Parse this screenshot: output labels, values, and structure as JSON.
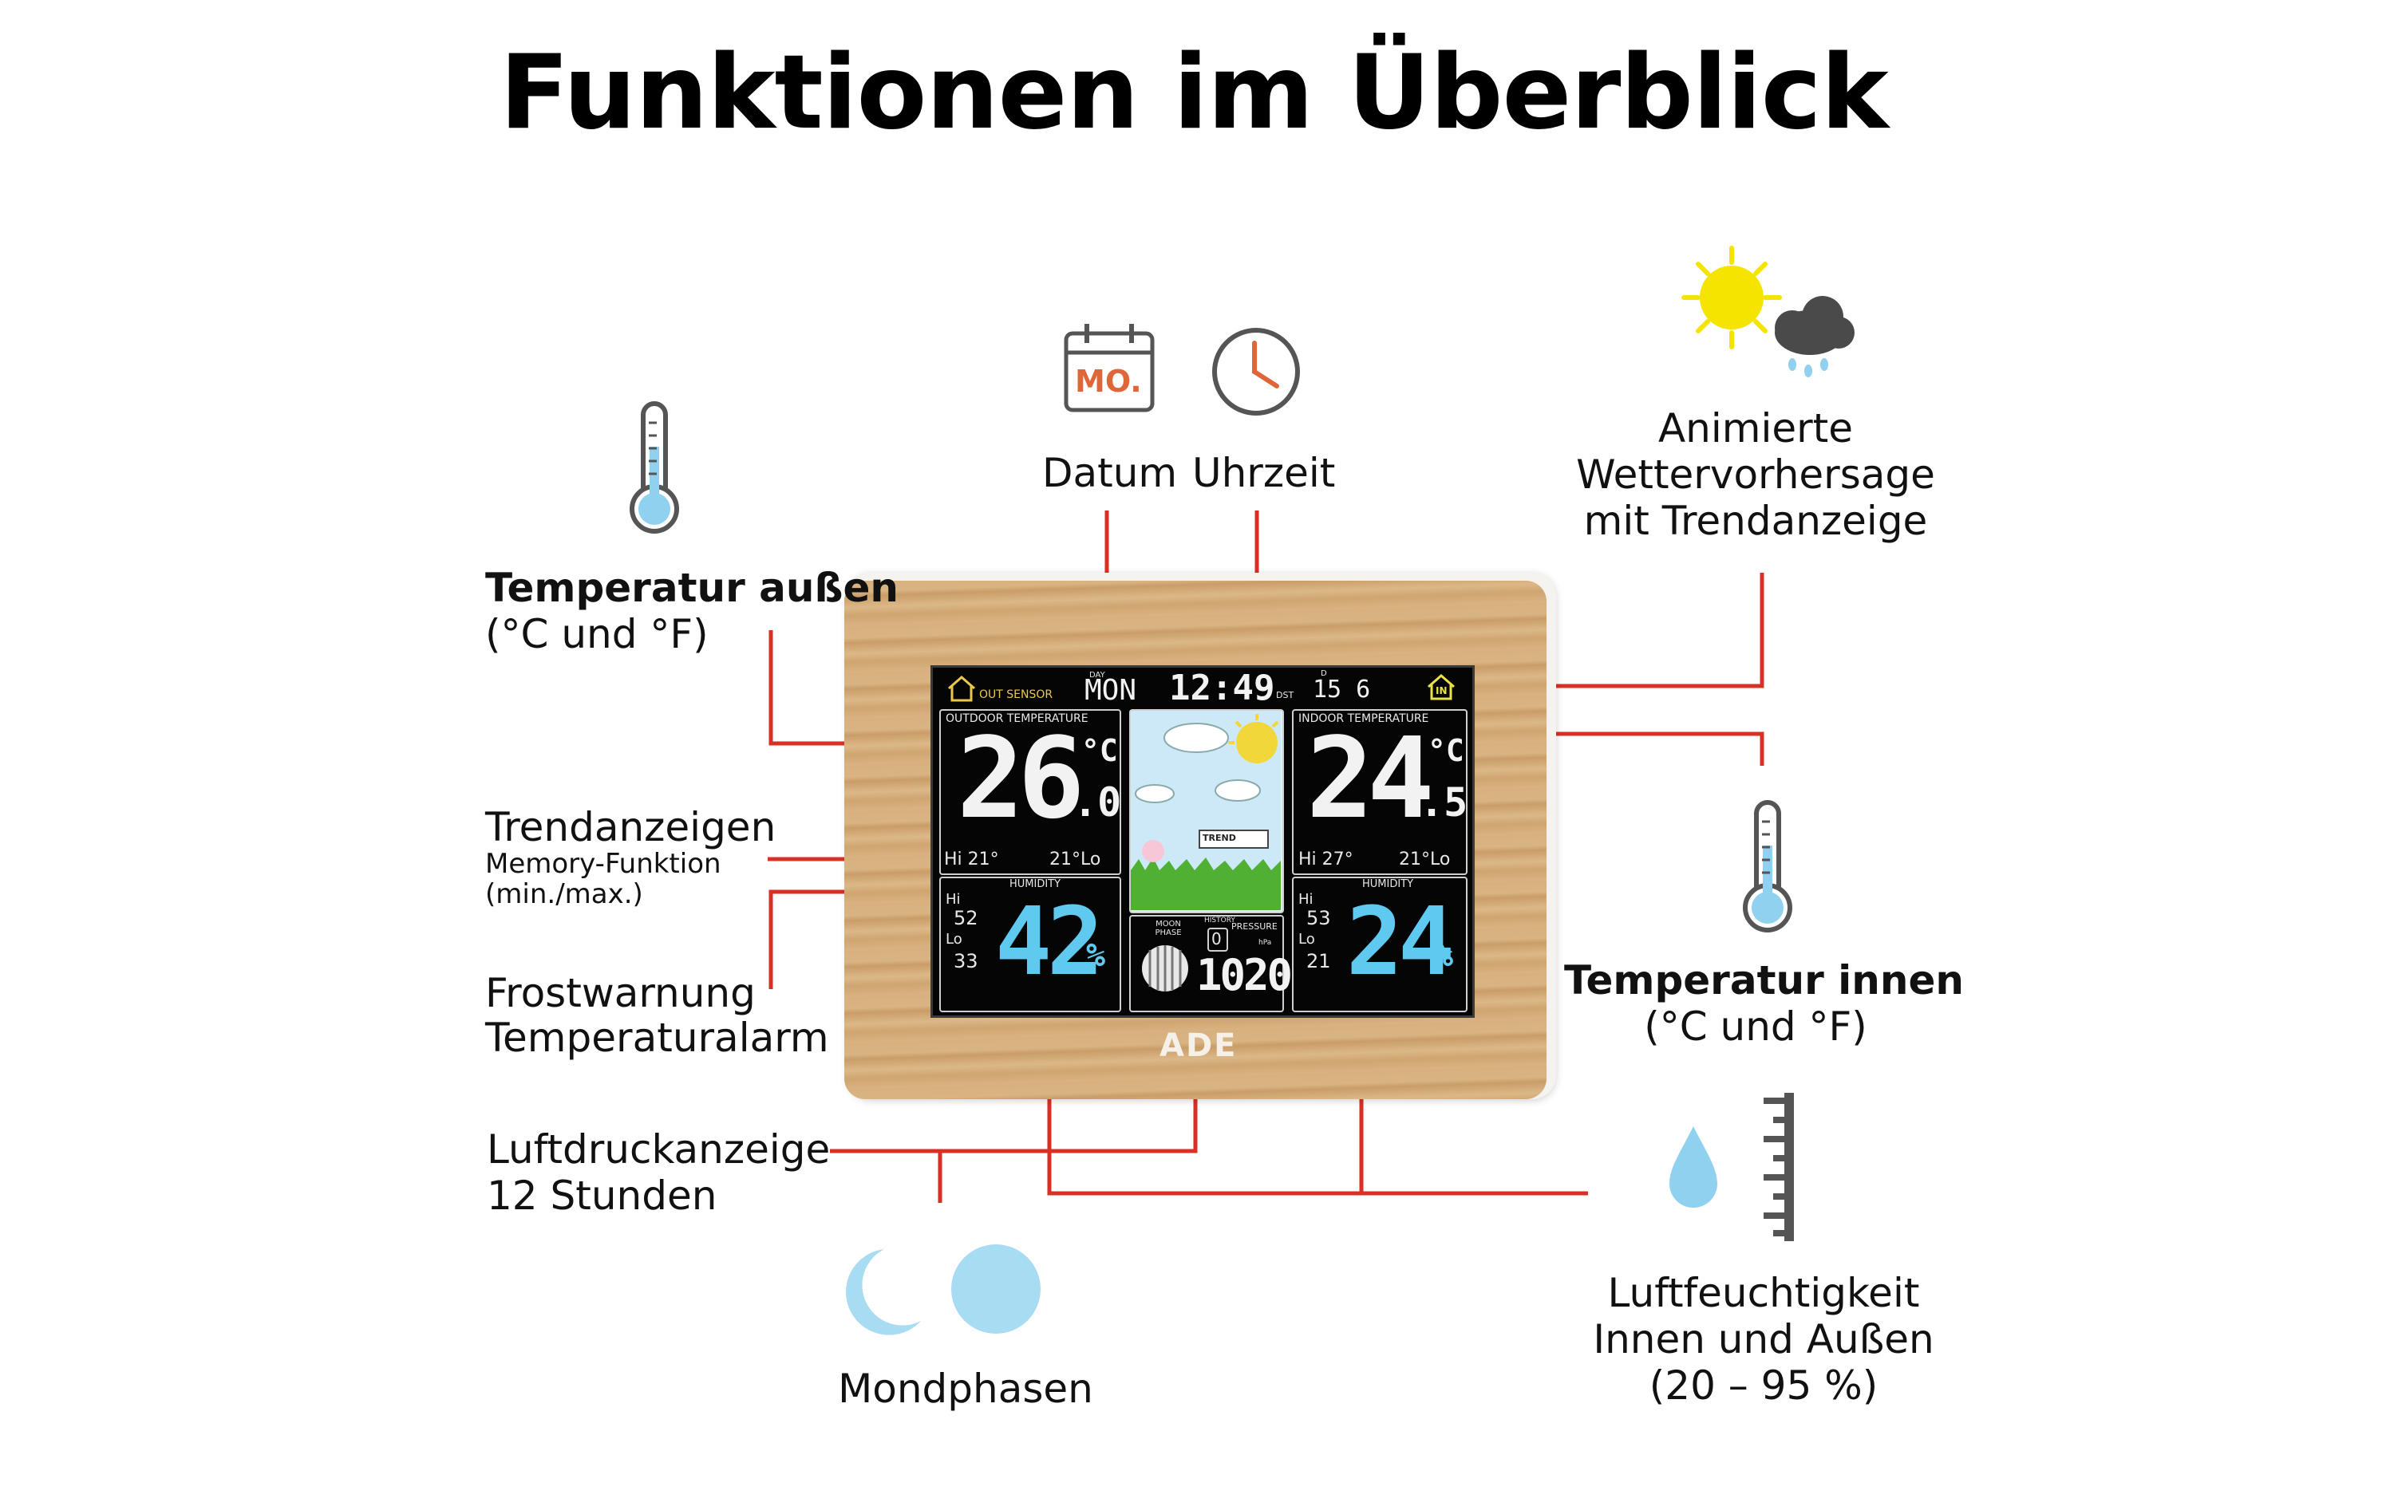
{
  "title": "Funktionen im Überblick",
  "colors": {
    "accent_red": "#d93025",
    "icon_blue": "#8fd1ee",
    "icon_gray": "#555555",
    "date_orange": "#e0663a"
  },
  "labels": {
    "datum": "Datum",
    "uhrzeit": "Uhrzeit",
    "wetter": [
      "Animierte",
      "Wettervorhersage",
      "mit Trendanzeige"
    ],
    "temp_aussen_title": "Temperatur außen",
    "temp_aussen_unit": "(°C und °F)",
    "trend_title": "Trendanzeigen",
    "trend_sub1": "Memory-Funktion",
    "trend_sub2": "(min./max.)",
    "frost1": "Frostwarnung",
    "frost2": "Temperaturalarm",
    "luftdruck1": "Luftdruckanzeige",
    "luftdruck2": "12 Stunden",
    "mond": "Mondphasen",
    "temp_innen_title": "Temperatur innen",
    "temp_innen_unit": "(°C und °F)",
    "feuchte1": "Luftfeuchtigkeit",
    "feuchte2": "Innen und Außen",
    "feuchte3": "(20 – 95 %)",
    "calendar_icon_text": "MO."
  },
  "icons": [
    "calendar-icon",
    "clock-icon",
    "thermometer-outdoor-icon",
    "sun-cloud-rain-icon",
    "thermometer-indoor-icon",
    "water-drop-icon",
    "ruler-scale-icon",
    "moon-crescent-icon",
    "moon-full-icon"
  ],
  "device": {
    "brand": "ADE",
    "out_sensor": "OUT SENSOR",
    "day_small": "DAY",
    "day": "MON",
    "time": "12:49",
    "dst": "DST",
    "date_small": "D",
    "date": "15  6",
    "in_label": "IN",
    "outdoor_label": "OUTDOOR  TEMPERATURE",
    "outdoor_temp": "26",
    "outdoor_dec": ".0",
    "unit_c": "°C",
    "outdoor_hi": "Hi  21°",
    "outdoor_lo": "21°Lo",
    "indoor_label": "INDOOR  TEMPERATURE",
    "indoor_temp": "24",
    "indoor_dec": ".5",
    "indoor_hi": "Hi  27°",
    "indoor_lo": "21°Lo",
    "trend_label": "TREND",
    "humidity_label": "HUMIDITY",
    "out_hum_hi": "52",
    "out_hum_lo": "33",
    "out_hum": "42",
    "in_hum_hi": "53",
    "in_hum_lo": "21",
    "in_hum": "24",
    "pct": "%",
    "hi": "Hi",
    "lo": "Lo",
    "moon_phase": "MOON PHASE",
    "history": "HISTORY",
    "history_val": "0",
    "pressure_label": "PRESSURE",
    "pressure_unit": "hPa",
    "pressure": "1020"
  }
}
